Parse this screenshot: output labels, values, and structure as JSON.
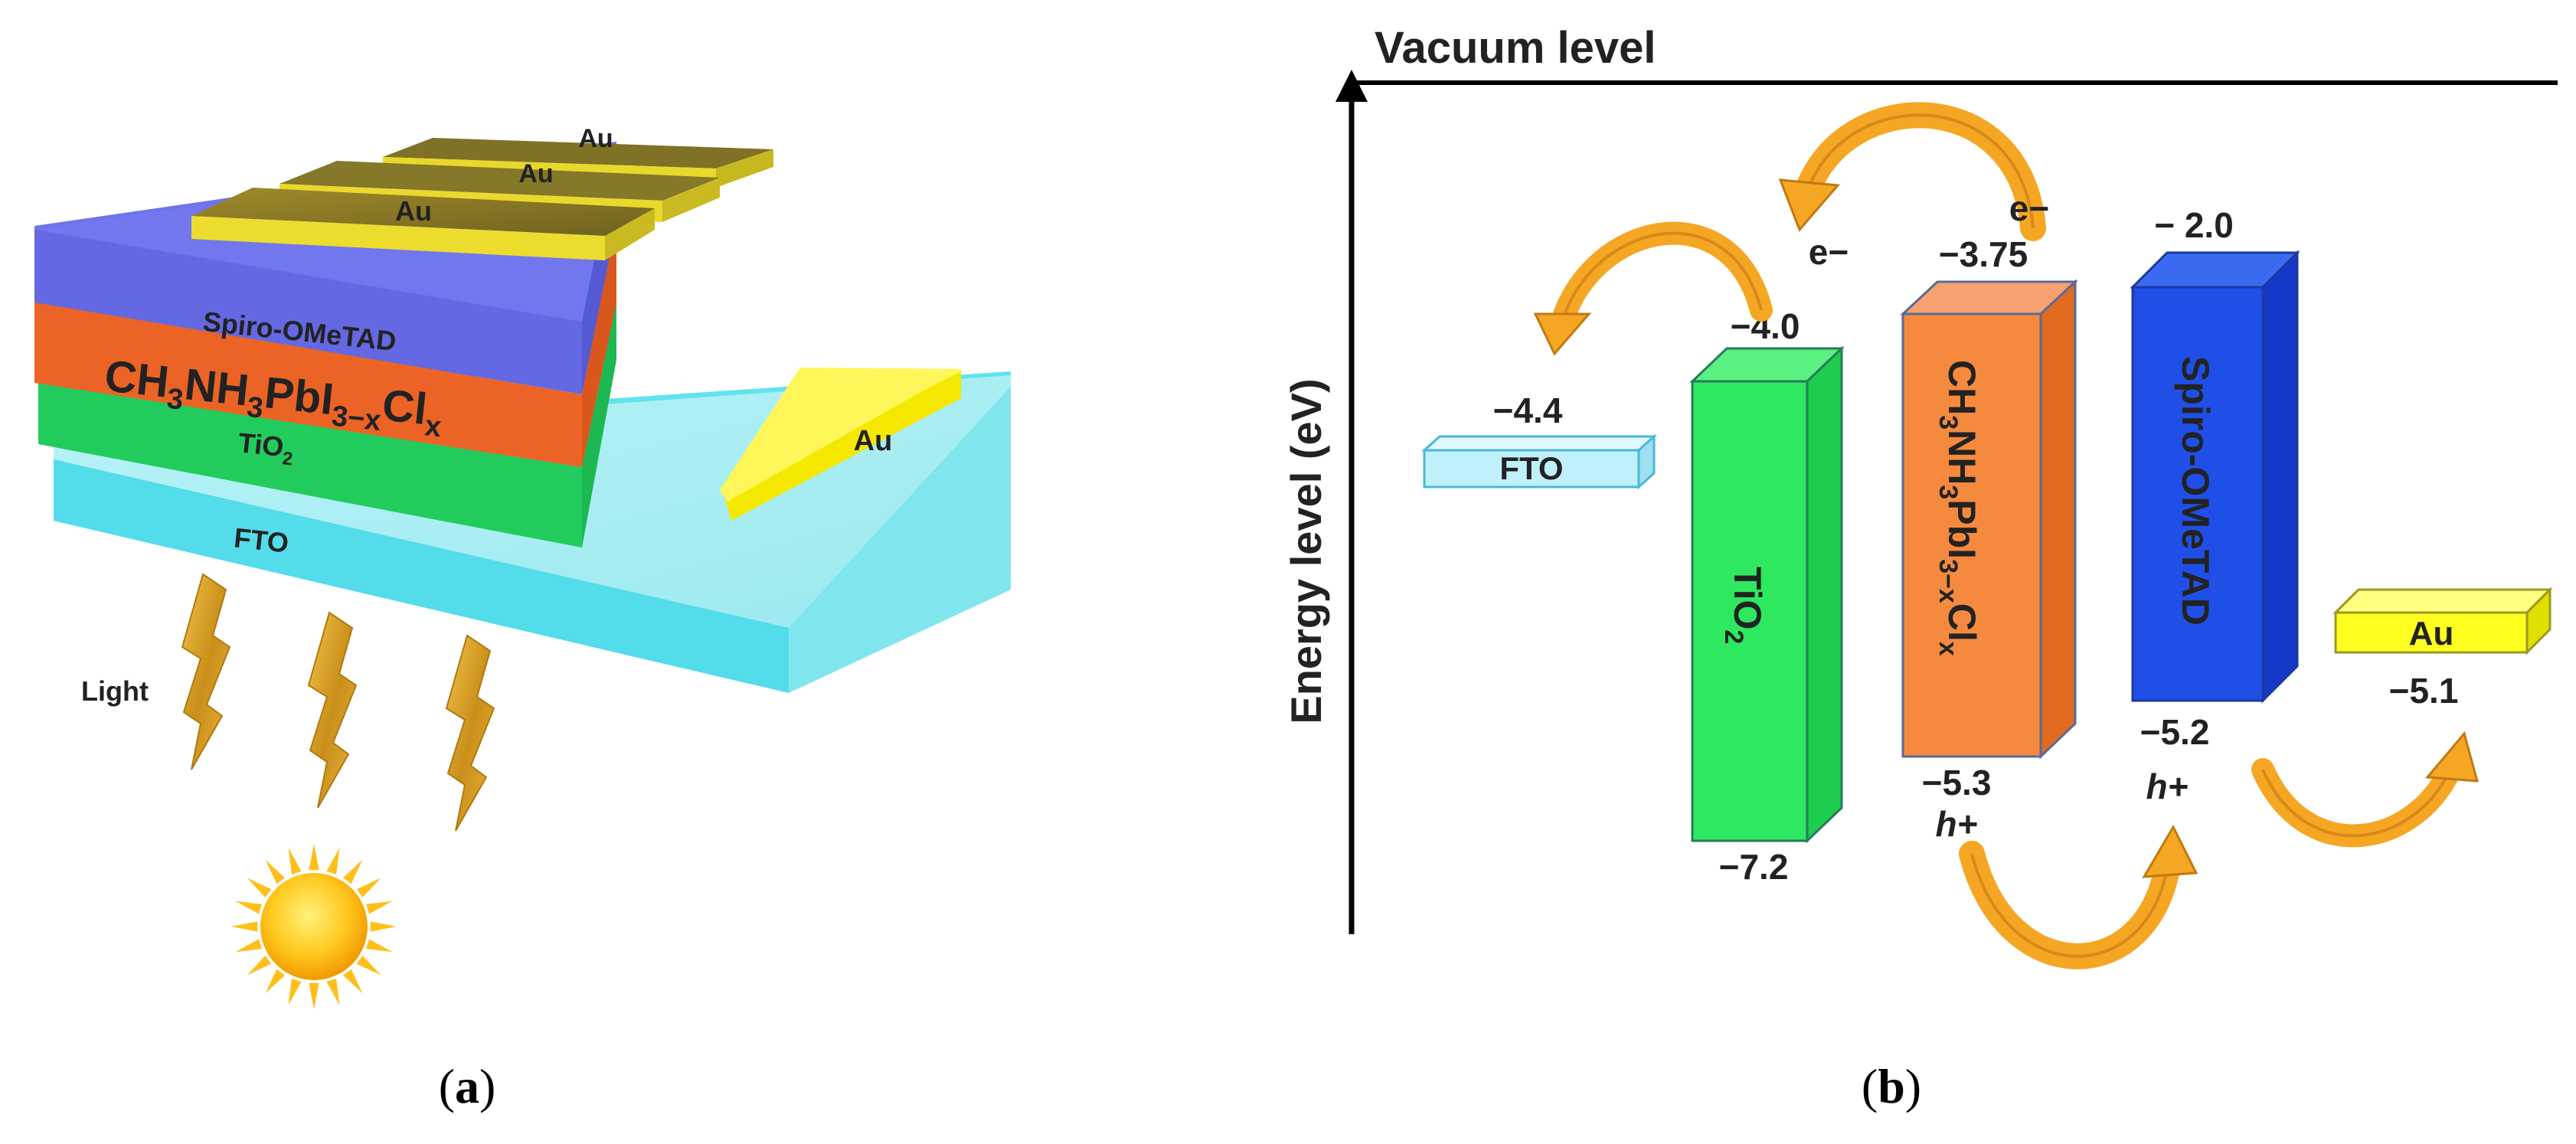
{
  "panel_a": {
    "caption_open": "(",
    "caption_letter": "a",
    "caption_close": ")",
    "electrode_top_1": "Au",
    "electrode_top_2": "Au",
    "electrode_top_3": "Au",
    "electrode_side": "Au",
    "layer_spiro": "Spiro-OMeTAD",
    "layer_perovskite": {
      "p1": "CH",
      "s1": "3",
      "p2": "NH",
      "s2": "3",
      "p3": "PbI",
      "s3": "3−x",
      "p4": "Cl",
      "s4": "x"
    },
    "layer_tio2": {
      "p1": "TiO",
      "s1": "2"
    },
    "layer_fto": "FTO",
    "light_label": "Light",
    "colors": {
      "spiro": "#6b6ee6",
      "perovskite": "#f0682a",
      "tio2": "#22d466",
      "fto": "#a8f0f5",
      "gold": "#e8d800",
      "gold_dark": "#8a7a20"
    }
  },
  "panel_b": {
    "caption_open": "(",
    "caption_letter": "b",
    "caption_close": ")",
    "vacuum_label": "Vacuum level",
    "y_axis_label": "Energy level (eV)",
    "fto": {
      "label": "FTO",
      "level": "−4.4"
    },
    "tio2": {
      "label": {
        "p1": "TiO",
        "s1": "2"
      },
      "top": "−4.0",
      "bottom": "−7.2"
    },
    "perovskite": {
      "label": {
        "p1": "CH",
        "s1": "3",
        "p2": "NH",
        "s2": "3",
        "p3": "PbI",
        "s3": "3−x",
        "p4": "Cl",
        "s4": "x"
      },
      "top": "−3.75",
      "bottom": "−5.3"
    },
    "spiro": {
      "label": "Spiro-OMeTAD",
      "top": "− 2.0",
      "bottom": "−5.2"
    },
    "au": {
      "label": "Au",
      "level": "−5.1"
    },
    "carriers": {
      "electron_1": "e−",
      "electron_2": "e−",
      "hole_1": "h+",
      "hole_2": "h+"
    },
    "colors": {
      "fto": "#bff0fb",
      "tio2": "#2ee860",
      "perovskite": "#f58a3e",
      "spiro": "#1f4fe6",
      "au": "#ffff20",
      "arrow": "#f5a623"
    }
  }
}
